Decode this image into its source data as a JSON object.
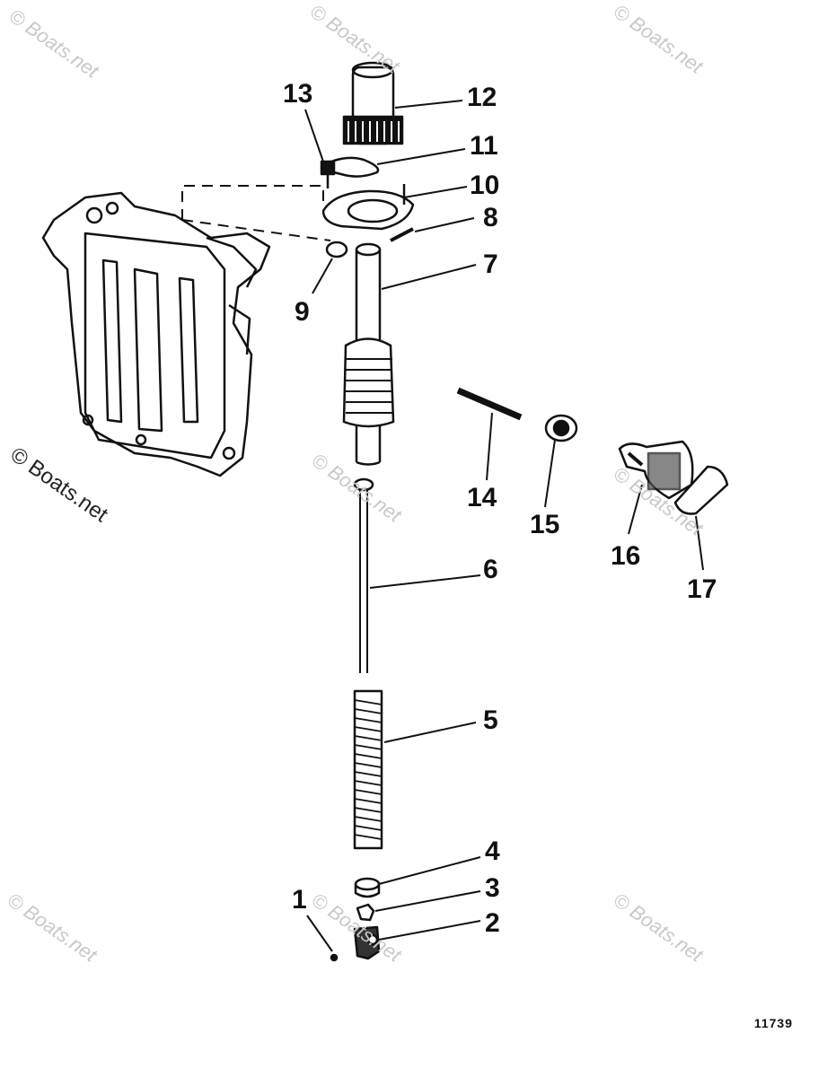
{
  "watermark": "© Boats.net",
  "callouts": [
    "1",
    "2",
    "3",
    "4",
    "5",
    "6",
    "7",
    "8",
    "9",
    "10",
    "11",
    "12",
    "13",
    "14",
    "15",
    "16",
    "17"
  ],
  "figure_number": "11739"
}
